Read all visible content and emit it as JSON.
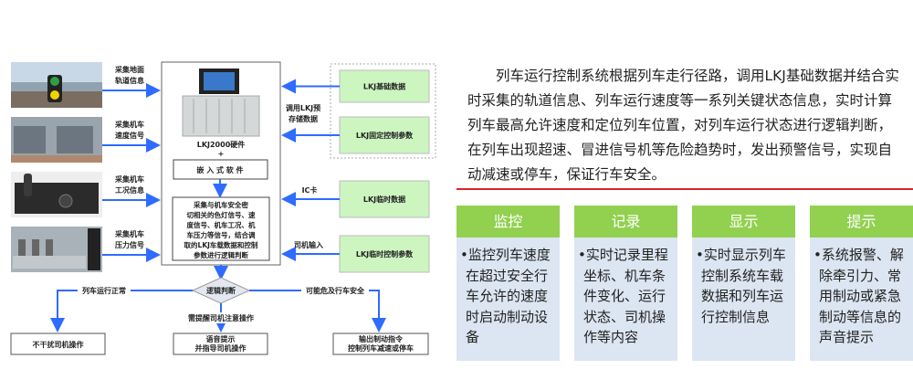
{
  "diagram": {
    "inputs": [
      [
        "采集地面",
        "轨道信息"
      ],
      [
        "采集机车",
        "速度信号"
      ],
      [
        "采集机车",
        "工况信息"
      ],
      [
        "采集机车",
        "压力信号"
      ]
    ],
    "hardware_label": "LKJ2000硬件",
    "plus": "+",
    "software": "嵌 入 式 软 件",
    "logic_text": [
      "采集与机车安全密",
      "切相关的色灯信号、速",
      "度信号、机车工况、机",
      "车压力等信号，结合调",
      "取的LKJ车载数据和控制",
      "参数进行逻辑判断"
    ],
    "right_boxes": [
      "LKJ基础数据",
      "LKJ固定控制参数",
      "LKJ临时数据",
      "LKJ临时控制参数"
    ],
    "right_labels": {
      "prestored": [
        "调用LKJ预",
        "存储数据"
      ],
      "ic": "IC卡",
      "driver": "司机输入"
    },
    "decision": "逻辑判断",
    "branches": {
      "left": "列车运行正常",
      "middle": "需提醒司机注意操作",
      "right": "可能危及行车安全"
    },
    "outputs": {
      "left": [
        "不干扰司机操作"
      ],
      "middle": [
        "语音提示",
        "并指导司机操作"
      ],
      "right": [
        "输出制动指令",
        "控制列车减速或停车"
      ]
    }
  },
  "description": "列车运行控制系统根据列车走行径路，调用LKJ基础数据并结合实时采集的轨道信息、列车运行速度等一系列关键状态信息，实时计算列车最高允许速度和定位列车位置，对列车运行状态进行逻辑判断，在列车出现超速、冒进信号机等危险趋势时，发出预警信号，实现自动减速或停车，保证行车安全。",
  "cards": [
    {
      "title": "监控",
      "text": "监控列车速度在超过安全行车允许的速度时启动制动设备"
    },
    {
      "title": "记录",
      "text": "实时记录里程坐标、机车条件变化、运行状态、司机操作等内容"
    },
    {
      "title": "显示",
      "text": "实时显示列车控制系统车载数据和列车运行控制信息"
    },
    {
      "title": "提示",
      "text": "系统报警、解除牵引力、常用制动或紧急制动等信息的声音提示"
    }
  ],
  "colors": {
    "arrow": "#2f6bff",
    "green_box": "#ccf5c0",
    "card_header": "#92d050",
    "card_body": "#dce6f2",
    "rule": "#d9232d"
  }
}
